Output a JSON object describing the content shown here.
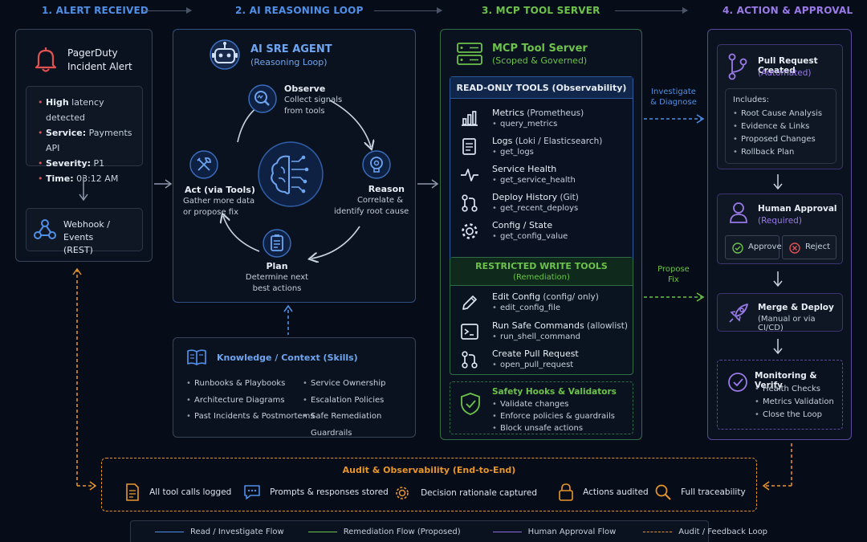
{
  "steps": {
    "s1": "1. ALERT RECEIVED",
    "s2": "2. AI REASONING LOOP",
    "s3": "3. MCP TOOL SERVER",
    "s4": "4. ACTION & APPROVAL"
  },
  "alert": {
    "title1": "PagerDuty",
    "title2": "Incident Alert",
    "details": [
      {
        "key": "High",
        "val": " latency detected"
      },
      {
        "key": "Service:",
        "val": " Payments API"
      },
      {
        "key": "Severity:",
        "val": " P1"
      },
      {
        "key": "Time:",
        "val": " 03:12 AM"
      }
    ],
    "webhook1": "Webhook / Events",
    "webhook2": "(REST)"
  },
  "agent": {
    "title": "AI SRE AGENT",
    "subtitle": "(Reasoning Loop)",
    "observe": {
      "title": "Observe",
      "line1": "Collect signals",
      "line2": "from tools"
    },
    "reason": {
      "title": "Reason",
      "line1": "Correlate &",
      "line2": "identify root cause"
    },
    "plan": {
      "title": "Plan",
      "line1": "Determine next",
      "line2": "best actions"
    },
    "act": {
      "title": "Act (via Tools)",
      "line1": "Gather more data",
      "line2": "or propose fix"
    }
  },
  "knowledge": {
    "title": "Knowledge / Context (Skills)",
    "left": [
      "Runbooks & Playbooks",
      "Architecture Diagrams",
      "Past Incidents & Postmortems"
    ],
    "right": [
      "Service Ownership",
      "Escalation Policies",
      "Safe Remediation Guardrails"
    ]
  },
  "mcp": {
    "title": "MCP Tool Server",
    "subtitle": "(Scoped & Governed)",
    "read_header": "READ-ONLY TOOLS (Observability)",
    "read_tools": [
      {
        "name": "Metrics",
        "extra": " (Prometheus)",
        "fn": "query_metrics",
        "icon": "bar-chart-icon"
      },
      {
        "name": "Logs",
        "extra": " (Loki / Elasticsearch)",
        "fn": "get_logs",
        "icon": "document-icon"
      },
      {
        "name": "Service Health",
        "extra": "",
        "fn": "get_service_health",
        "icon": "pulse-icon"
      },
      {
        "name": "Deploy History",
        "extra": " (Git)",
        "fn": "get_recent_deploys",
        "icon": "git-icon"
      },
      {
        "name": "Config / State",
        "extra": "",
        "fn": "get_config_value",
        "icon": "gear-icon"
      }
    ],
    "write_header1": "RESTRICTED WRITE TOOLS",
    "write_header2": "(Remediation)",
    "write_tools": [
      {
        "name": "Edit Config",
        "extra": " (config/ only)",
        "fn": "edit_config_file",
        "icon": "pencil-icon"
      },
      {
        "name": "Run Safe Commands",
        "extra": " (allowlist)",
        "fn": "run_shell_command",
        "icon": "terminal-icon"
      },
      {
        "name": "Create Pull Request",
        "extra": "",
        "fn": "open_pull_request",
        "icon": "git-icon"
      }
    ],
    "safety_title": "Safety Hooks & Validators",
    "safety_items": [
      "Validate changes",
      "Enforce policies & guardrails",
      "Block unsafe actions"
    ]
  },
  "flow_labels": {
    "investigate1": "Investigate",
    "investigate2": "& Diagnose",
    "propose1": "Propose",
    "propose2": "Fix"
  },
  "action": {
    "pr_title": "Pull Request Created",
    "pr_sub": "(Automated)",
    "includes": "Includes:",
    "includes_items": [
      "Root Cause Analysis",
      "Evidence & Links",
      "Proposed Changes",
      "Rollback Plan"
    ],
    "approval_title": "Human Approval",
    "approval_sub": "(Required)",
    "approve": "Approve",
    "reject": "Reject",
    "merge_title": "Merge & Deploy",
    "merge_sub": "(Manual or via CI/CD)",
    "monitor_title": "Monitoring & Verify",
    "monitor_items": [
      "Health Checks",
      "Metrics Validation",
      "Close the Loop"
    ]
  },
  "audit": {
    "title": "Audit & Observability (End-to-End)",
    "items": [
      "All tool calls logged",
      "Prompts & responses stored",
      "Decision rationale captured",
      "Actions audited",
      "Full traceability"
    ]
  },
  "legend": [
    {
      "label": "Read / Investigate Flow",
      "color": "#4f8fe6",
      "style": "solid"
    },
    {
      "label": "Remediation Flow (Proposed)",
      "color": "#6cc24a",
      "style": "solid"
    },
    {
      "label": "Human Approval Flow",
      "color": "#8f6ae0",
      "style": "solid"
    },
    {
      "label": "Audit / Feedback Loop",
      "color": "#e8952c",
      "style": "dashed"
    }
  ],
  "colors": {
    "blue": "#4f8fe6",
    "green": "#6cc24a",
    "purple": "#8f6ae0",
    "orange": "#e8952c",
    "red": "#e05252"
  }
}
